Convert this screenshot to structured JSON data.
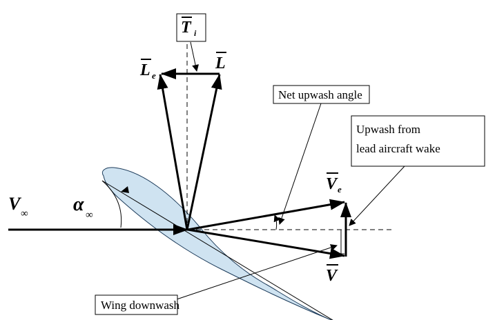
{
  "diagram": {
    "symbols": {
      "T_main": "T",
      "T_sub": "i",
      "L_e_main": "L",
      "L_e_sub": "e",
      "L_main": "L",
      "V_e_main": "V",
      "V_e_sub": "e",
      "V_main": "V",
      "V_inf_main": "V",
      "V_inf_sub": "∞",
      "alpha_main": "α",
      "alpha_sub": "∞"
    },
    "callouts": {
      "net_upwash": "Net upwash angle",
      "upwash_line1": "Upwash from",
      "upwash_line2": "lead aircraft wake",
      "wing_downwash": "Wing downwash"
    },
    "colors": {
      "airfoil_fill": "#cfe3f1",
      "airfoil_stroke": "#1c3b5a",
      "ink": "#000000"
    }
  }
}
